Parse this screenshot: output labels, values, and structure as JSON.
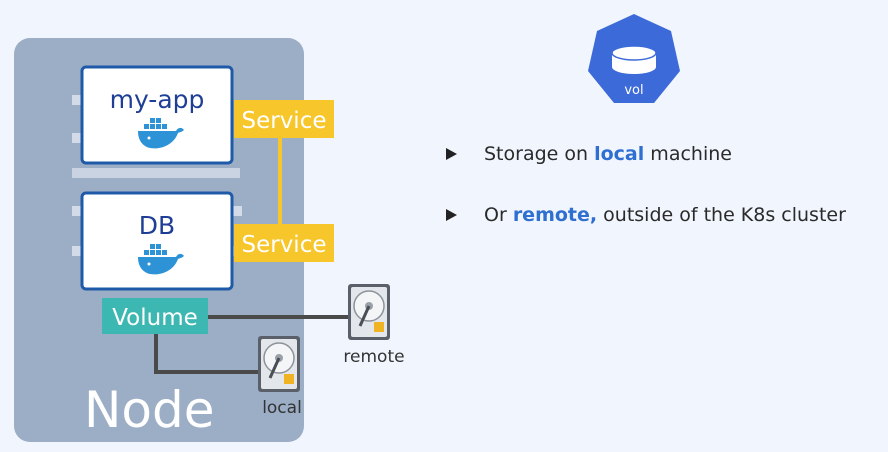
{
  "node": {
    "label": "Node"
  },
  "pods": [
    {
      "name": "my-app",
      "service": "Service"
    },
    {
      "name": "DB",
      "service": "Service"
    }
  ],
  "volume": {
    "label": "Volume"
  },
  "storage": {
    "local_label": "local",
    "remote_label": "remote"
  },
  "k8s_icon": {
    "label": "vol",
    "icon": "kubernetes-volume-icon"
  },
  "bullets": [
    {
      "before": "Storage on ",
      "highlight": "local",
      "after": " machine"
    },
    {
      "before": "Or ",
      "highlight": "remote,",
      "after": " outside of the K8s cluster"
    }
  ],
  "colors": {
    "service": "#f7c62a",
    "volume": "#3db7b1",
    "node": "#9cadc6",
    "k8s": "#3c6ad9",
    "pod_border": "#1f5aa8",
    "highlight": "#2e6fd1"
  }
}
